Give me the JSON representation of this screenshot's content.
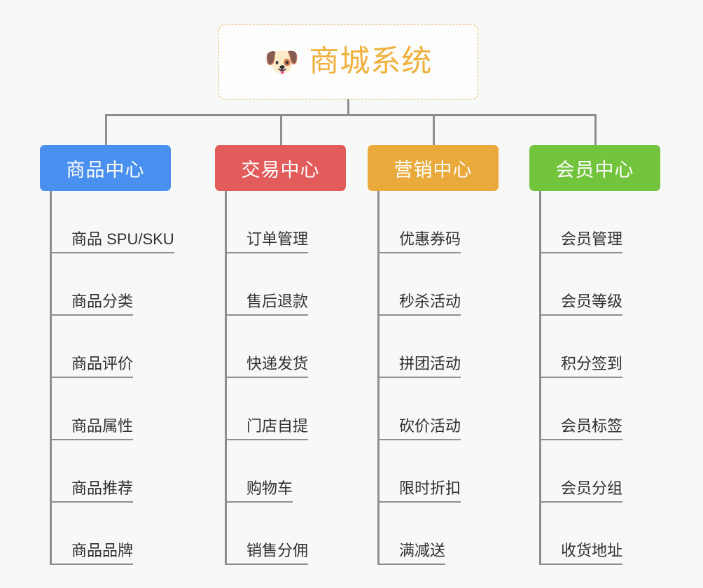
{
  "diagram": {
    "title": "商城系统",
    "root_icon": "shiba-dog-icon",
    "root_icon_glyph": "🐶",
    "background_color": "#f7f8f8",
    "connector_color": "#8e8e8e",
    "root_border_color": "#e8b960",
    "root_text_color": "#f0b03c",
    "columns": [
      {
        "label": "商品中心",
        "color": "#4a90f0",
        "items": [
          "商品 SPU/SKU",
          "商品分类",
          "商品评价",
          "商品属性",
          "商品推荐",
          "商品品牌"
        ]
      },
      {
        "label": "交易中心",
        "color": "#e25c5c",
        "items": [
          "订单管理",
          "售后退款",
          "快递发货",
          "门店自提",
          "购物车",
          "销售分佣"
        ]
      },
      {
        "label": "营销中心",
        "color": "#eaa93b",
        "items": [
          "优惠券码",
          "秒杀活动",
          "拼团活动",
          "砍价活动",
          "限时折扣",
          "满减送"
        ]
      },
      {
        "label": "会员中心",
        "color": "#72c43c",
        "items": [
          "会员管理",
          "会员等级",
          "积分签到",
          "会员标签",
          "会员分组",
          "收货地址"
        ]
      }
    ]
  }
}
